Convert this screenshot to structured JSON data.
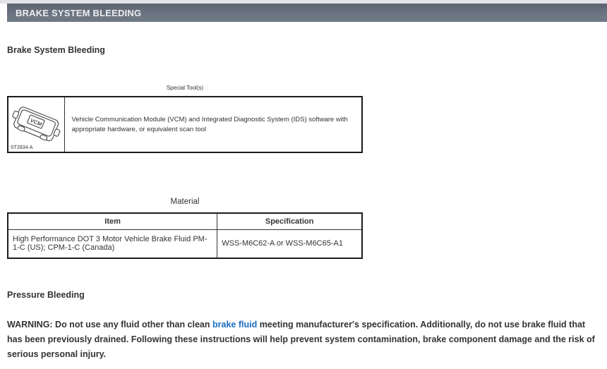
{
  "header": {
    "title": "BRAKE SYSTEM BLEEDING"
  },
  "page": {
    "heading1": "Brake System Bleeding",
    "special_tools": {
      "caption": "Special Tool(s)",
      "tool_id": "ST2834-A",
      "tool_icon_label": "VCM",
      "description": "Vehicle Communication Module (VCM) and Integrated Diagnostic System (IDS) software with appropriate hardware, or equivalent scan tool"
    },
    "material": {
      "caption": "Material",
      "columns": [
        "Item",
        "Specification"
      ],
      "rows": [
        {
          "item": "High Performance DOT 3 Motor Vehicle Brake Fluid PM-1-C (US); CPM-1-C (Canada)",
          "specification": "WSS-M6C62-A or WSS-M6C65-A1"
        }
      ]
    },
    "heading2": "Pressure Bleeding",
    "warning": {
      "before_link": "WARNING: Do not use any fluid other than clean ",
      "link_text": "brake fluid",
      "after_link": " meeting manufacturer's specification. Additionally, do not use brake fluid that has been previously drained. Following these instructions will help prevent system contamination, brake component damage and the risk of serious personal injury."
    }
  },
  "colors": {
    "top_strip": "#e2e2e8",
    "header_bar": "#6e7885",
    "header_bar_top": "#5b6370",
    "link": "#1b6ec2"
  }
}
